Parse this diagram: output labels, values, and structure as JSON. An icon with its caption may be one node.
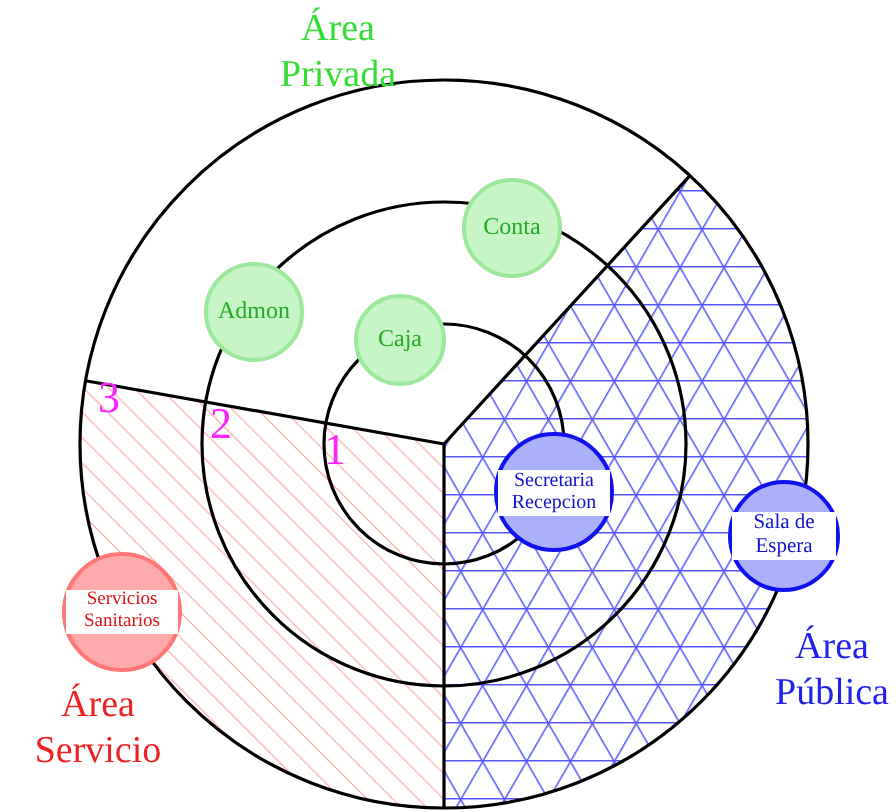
{
  "diagram": {
    "nodes": [
      {
        "text": [
          "Área Privada"
        ]
      },
      {
        "text": [
          "Conta"
        ],
        "in": 0
      },
      {
        "text": [
          "Admon"
        ],
        "in": 0
      },
      {
        "text": [
          "Caja"
        ],
        "in": 0
      },
      {
        "text": [
          "Área Pública"
        ]
      },
      {
        "text": [
          "Secretaria Recepcion"
        ],
        "in": 4
      },
      {
        "text": [
          "Sala de Espera"
        ]
      },
      {
        "text": [
          "Área Servicio"
        ]
      },
      {
        "text": [
          "Servicios Sanitarios"
        ]
      }
    ],
    "labels": [
      "3",
      "2",
      "1"
    ]
  }
}
